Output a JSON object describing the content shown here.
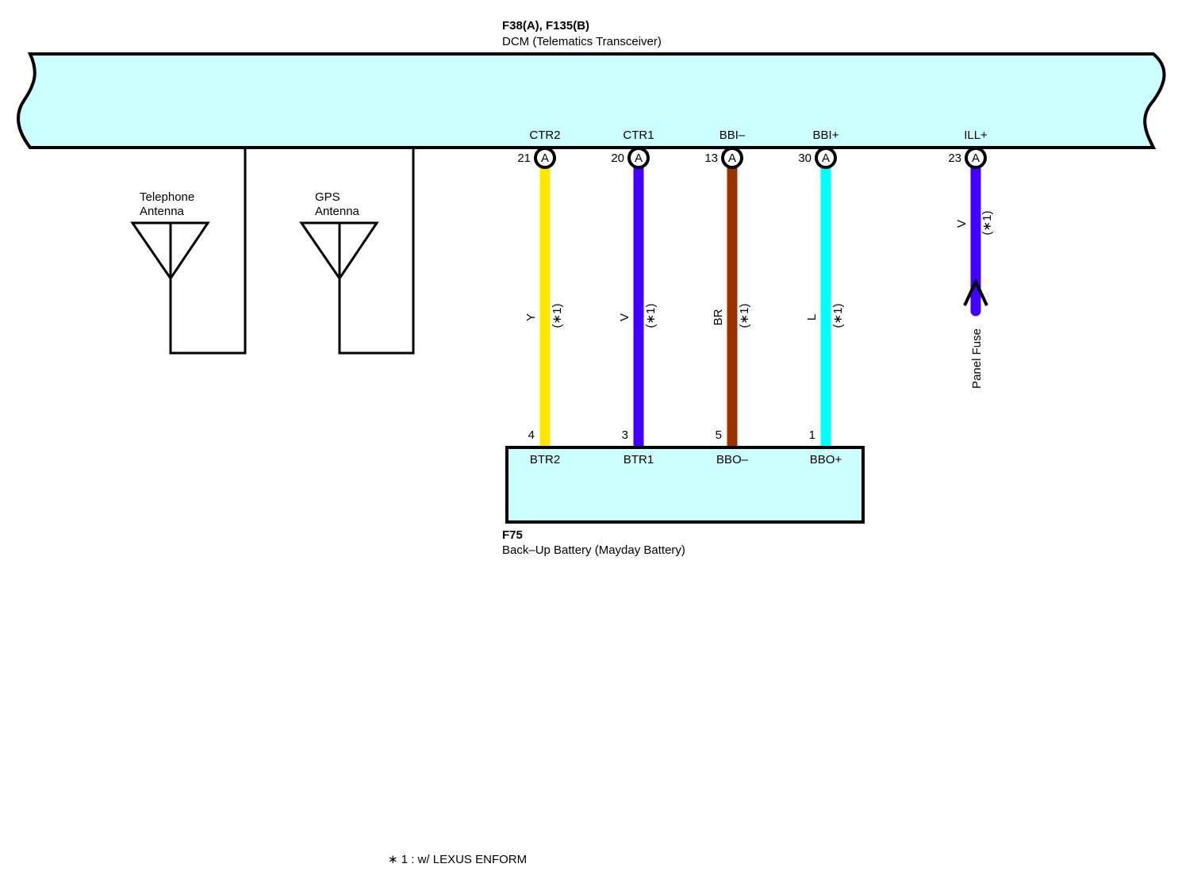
{
  "dcm": {
    "connector": "F38(A), F135(B)",
    "name": "DCM (Telematics Transceiver)",
    "color": "#ccffff"
  },
  "antennas": [
    {
      "line1": "Telephone",
      "line2": "Antenna"
    },
    {
      "line1": "GPS",
      "line2": "Antenna"
    }
  ],
  "wires": [
    {
      "signal": "CTR2",
      "pin": "21",
      "connector": "A",
      "wire_color_code": "Y",
      "note": "(∗1)",
      "color": "#ffe600",
      "battery_pin": "4",
      "battery_signal": "BTR2"
    },
    {
      "signal": "CTR1",
      "pin": "20",
      "connector": "A",
      "wire_color_code": "V",
      "note": "(∗1)",
      "color": "#4400ff",
      "battery_pin": "3",
      "battery_signal": "BTR1"
    },
    {
      "signal": "BBI–",
      "pin": "13",
      "connector": "A",
      "wire_color_code": "BR",
      "note": "(∗1)",
      "color": "#993300",
      "battery_pin": "5",
      "battery_signal": "BBO–"
    },
    {
      "signal": "BBI+",
      "pin": "30",
      "connector": "A",
      "wire_color_code": "L",
      "note": "(∗1)",
      "color": "#00ffff",
      "battery_pin": "1",
      "battery_signal": "BBO+"
    }
  ],
  "ill_wire": {
    "signal": "ILL+",
    "pin": "23",
    "connector": "A",
    "wire_color_code": "V",
    "note": "(∗1)",
    "color": "#4400ff",
    "destination": "Panel Fuse"
  },
  "battery": {
    "connector": "F75",
    "name": "Back–Up Battery (Mayday Battery)",
    "color": "#ccffff"
  },
  "footnote": "∗ 1 : w/ LEXUS ENFORM"
}
